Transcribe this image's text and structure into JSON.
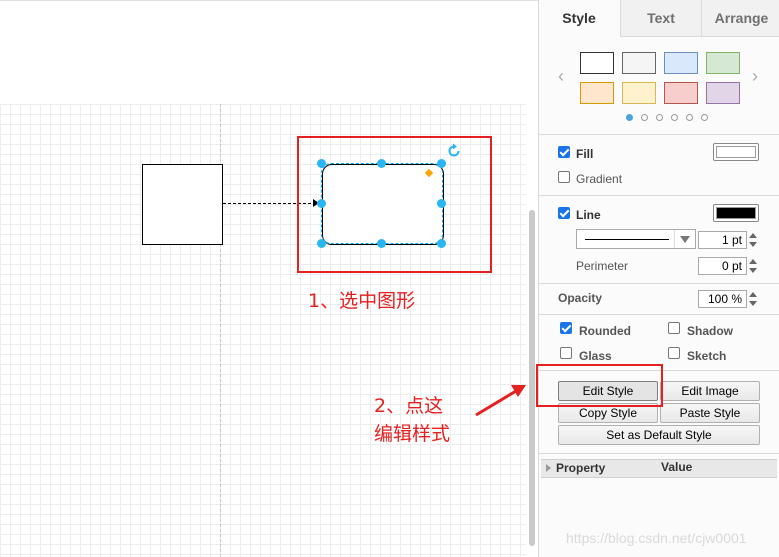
{
  "panel": {
    "tabs": [
      "Style",
      "Text",
      "Arrange"
    ],
    "active_tab": "Style",
    "palette": {
      "swatches": [
        {
          "fill": "#ffffff",
          "stroke": "#000000"
        },
        {
          "fill": "#f5f5f5",
          "stroke": "#666666"
        },
        {
          "fill": "#dae8fc",
          "stroke": "#6c8ebf"
        },
        {
          "fill": "#d5e8d4",
          "stroke": "#82b366"
        },
        {
          "fill": "#ffe6cc",
          "stroke": "#d79b00"
        },
        {
          "fill": "#fff2cc",
          "stroke": "#d6b656"
        },
        {
          "fill": "#f8cecc",
          "stroke": "#b85450"
        },
        {
          "fill": "#e1d5e7",
          "stroke": "#9673a6"
        }
      ],
      "prev_icon": "chevron-left-icon",
      "next_icon": "chevron-right-icon",
      "page_count": 6,
      "active_page": 1
    },
    "fill": {
      "label": "Fill",
      "checked": true,
      "color": "#ffffff"
    },
    "gradient": {
      "label": "Gradient",
      "checked": false
    },
    "line": {
      "label": "Line",
      "checked": true,
      "color": "#000000",
      "width": "1 pt"
    },
    "perimeter": {
      "label": "Perimeter",
      "value": "0 pt"
    },
    "opacity": {
      "label": "Opacity",
      "value": "100 %"
    },
    "options": {
      "rounded": {
        "label": "Rounded",
        "checked": true
      },
      "shadow": {
        "label": "Shadow",
        "checked": false
      },
      "glass": {
        "label": "Glass",
        "checked": false
      },
      "sketch": {
        "label": "Sketch",
        "checked": false
      }
    },
    "buttons": {
      "edit_style": "Edit Style",
      "edit_image": "Edit Image",
      "copy_style": "Copy Style",
      "paste_style": "Paste Style",
      "set_default": "Set as Default Style"
    },
    "properties": {
      "col_property": "Property",
      "col_value": "Value"
    }
  },
  "annotations": {
    "step1": "1、选中图形",
    "step2": "2、点这\n编辑样式",
    "color": "#e62020"
  },
  "canvas": {
    "handle_color": "#29b6f2",
    "rotate_icon": "rotate-icon"
  },
  "watermark": "https://blog.csdn.net/cjw0001"
}
